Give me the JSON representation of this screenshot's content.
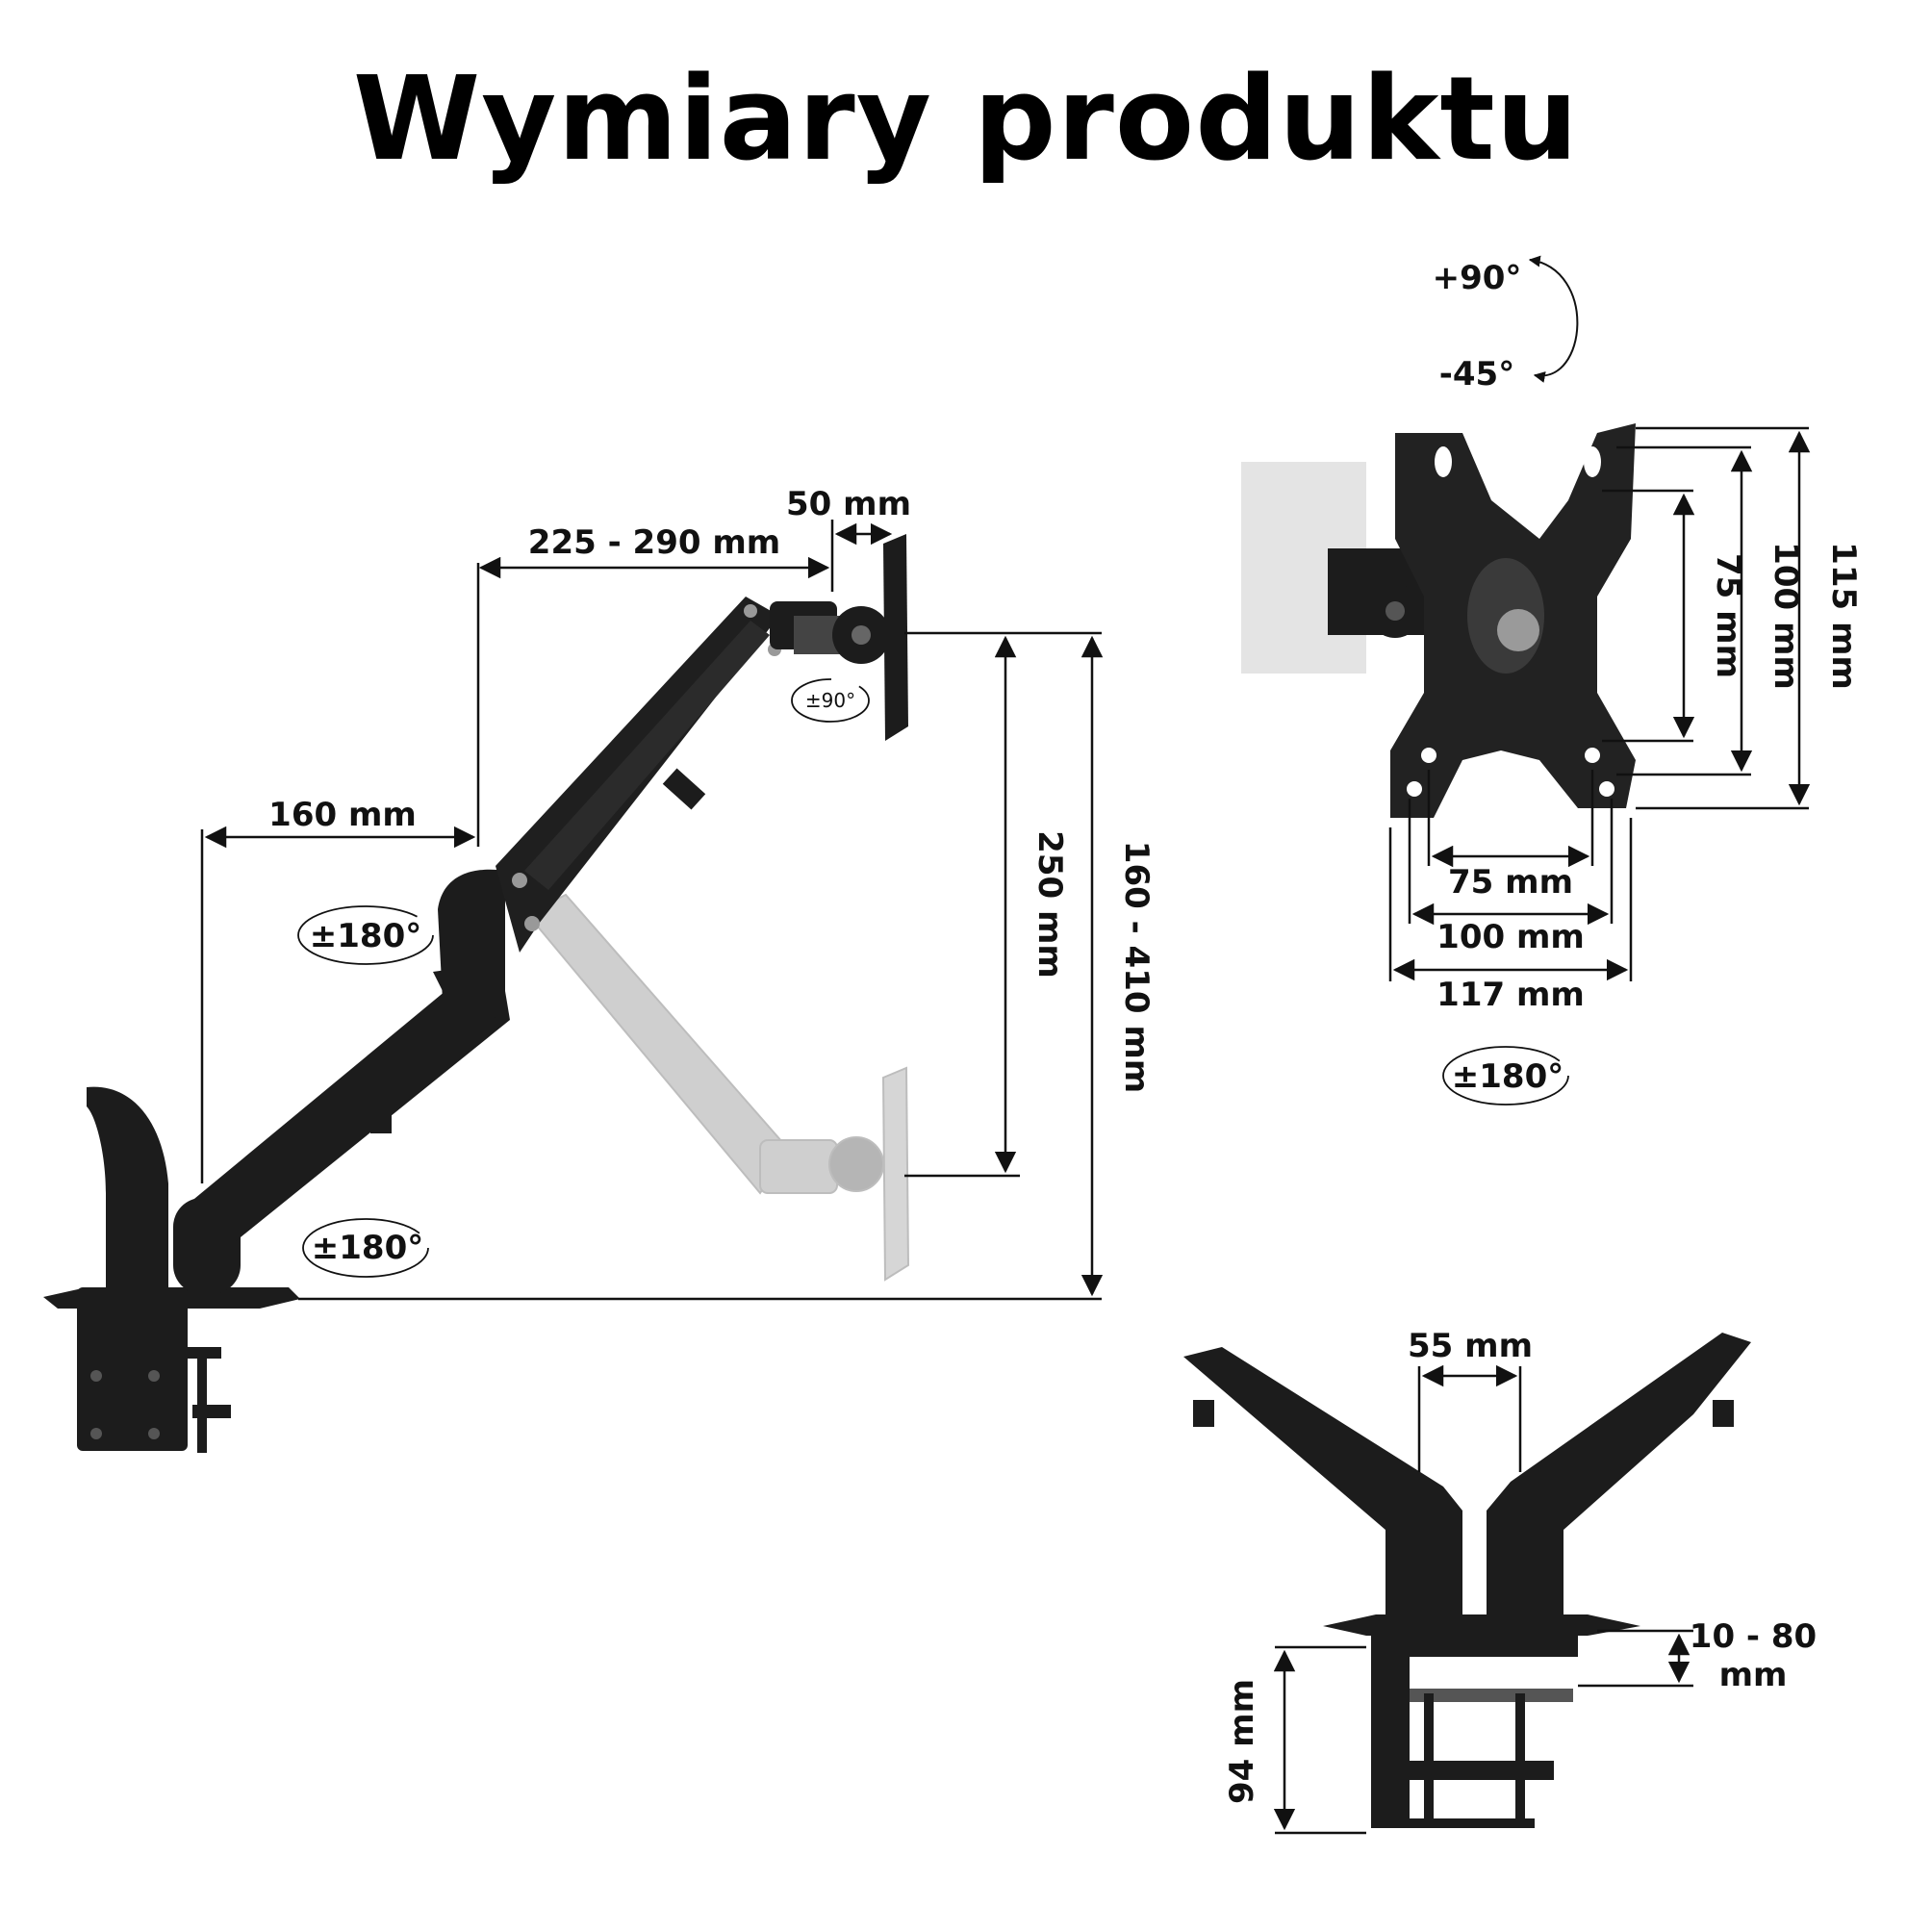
{
  "title": "Wymiary produktu",
  "colors": {
    "metal": "#1c1c1c",
    "ghost": "#c9c9c9",
    "line": "#111111"
  },
  "side_view": {
    "dim_arm_length": "160 mm",
    "dim_forearm_length": "225 - 290 mm",
    "dim_head_depth": "50 mm",
    "dim_height_travel": "250 mm",
    "dim_total_height": "160 - 410 mm",
    "rot_tilt": "±90°",
    "rot_elbow": "±180°",
    "rot_base": "±180°"
  },
  "vesa_view": {
    "tilt_up": "+90°",
    "tilt_down": "-45°",
    "dim_h_75": "75 mm",
    "dim_h_100": "100 mm",
    "dim_h_117": "117 mm",
    "dim_v_75": "75 mm",
    "dim_v_100": "100 mm",
    "dim_v_115": "115 mm",
    "rot_swivel": "±180°"
  },
  "clamp_view": {
    "dim_arm_gap": "55 mm",
    "dim_desk_thickness": "10 - 80\nmm",
    "dim_clamp_height": "94 mm"
  }
}
